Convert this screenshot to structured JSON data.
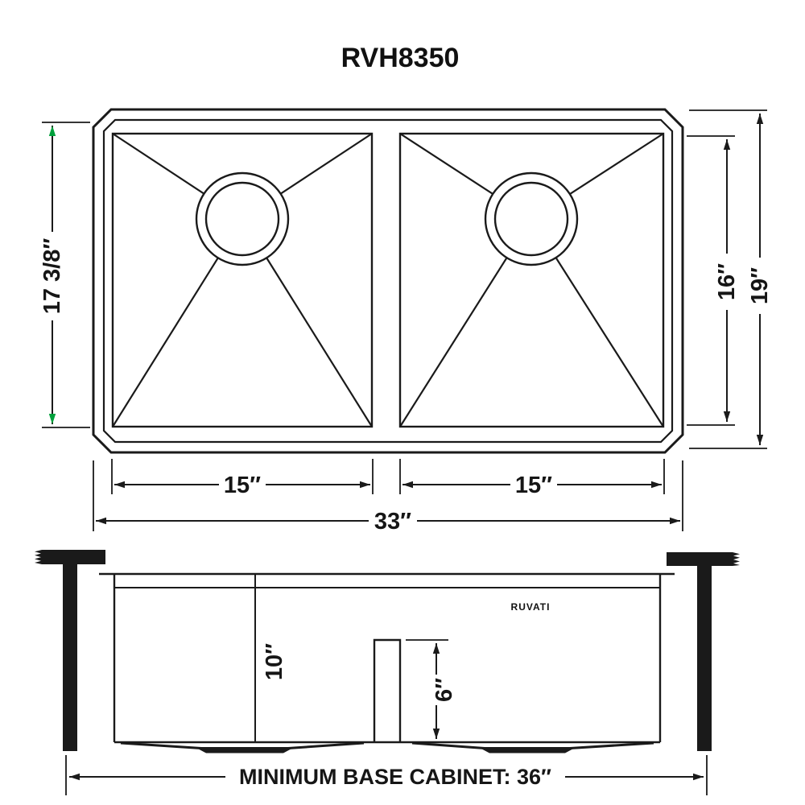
{
  "title": "RVH8350",
  "brand_logo": "RUVATI",
  "colors": {
    "line": "#1a1a1a",
    "arrow_green": "#00a03c"
  },
  "top_view": {
    "rim_front_to_back": "17 3/8″",
    "bowl_front_to_back": "16″",
    "overall_front_to_back": "19″",
    "left_bowl_width": "15″",
    "right_bowl_width": "15″",
    "overall_width": "33″"
  },
  "side_view": {
    "bowl_depth": "10″",
    "divider_height": "6″",
    "base_cabinet": "MINIMUM BASE CABINET: 36″"
  }
}
